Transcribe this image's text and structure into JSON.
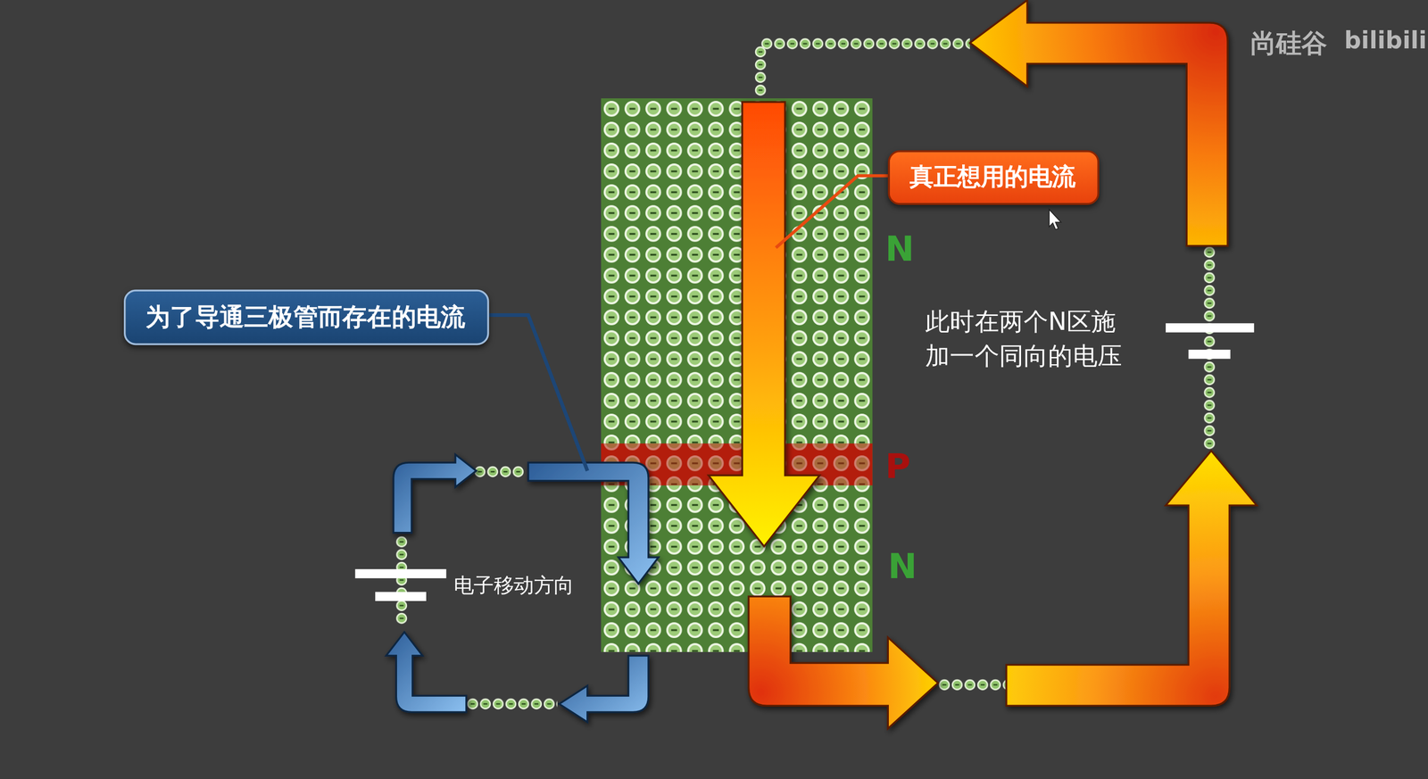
{
  "diagram": {
    "nodes": [
      {
        "text": [
          "真正想用的电流"
        ]
      },
      {
        "text": [
          "为了导通三极管而存在的电流"
        ]
      }
    ],
    "labels": [
      "尚硅谷",
      "bilibili",
      "N",
      "此时在两个N区施 加一个同向的电压",
      "P",
      "N",
      "电子移动方向"
    ]
  }
}
